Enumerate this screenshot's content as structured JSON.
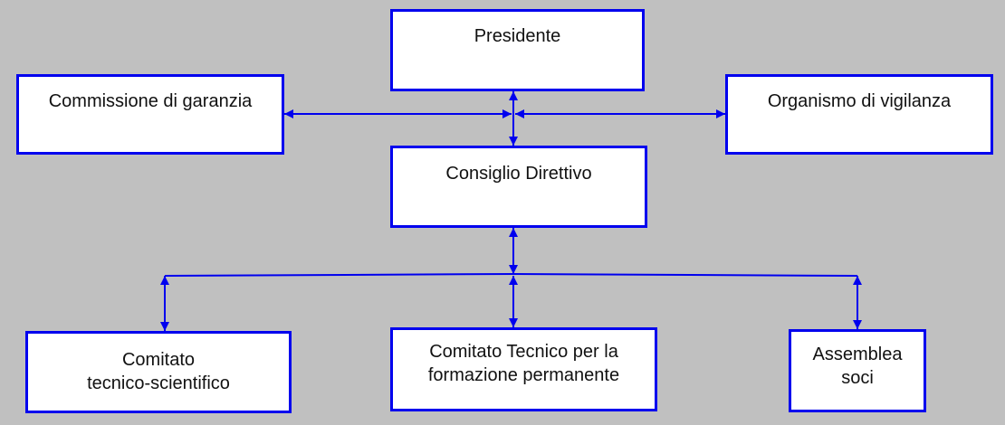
{
  "colors": {
    "background": "#c0c0c0",
    "box_fill": "#ffffff",
    "box_border": "#0000ee",
    "connector": "#0000ee",
    "text": "#111111"
  },
  "nodes": {
    "presidente": "Presidente",
    "commissione": "Commissione di garanzia",
    "organismo": "Organismo di vigilanza",
    "consiglio": "Consiglio Direttivo",
    "comitato_ts": "Comitato\ntecnico-scientifico",
    "comitato_fp": "Comitato Tecnico per la\nformazione permanente",
    "assemblea": "Assemblea\nsoci"
  },
  "edges": [
    {
      "from": "presidente",
      "to": "consiglio",
      "type": "bidirectional"
    },
    {
      "from": "commissione",
      "to": "presidente",
      "type": "bidirectional"
    },
    {
      "from": "organismo",
      "to": "presidente",
      "type": "bidirectional"
    },
    {
      "from": "consiglio",
      "to": "comitato_ts",
      "type": "bidirectional"
    },
    {
      "from": "consiglio",
      "to": "comitato_fp",
      "type": "bidirectional"
    },
    {
      "from": "consiglio",
      "to": "assemblea",
      "type": "bidirectional"
    }
  ]
}
